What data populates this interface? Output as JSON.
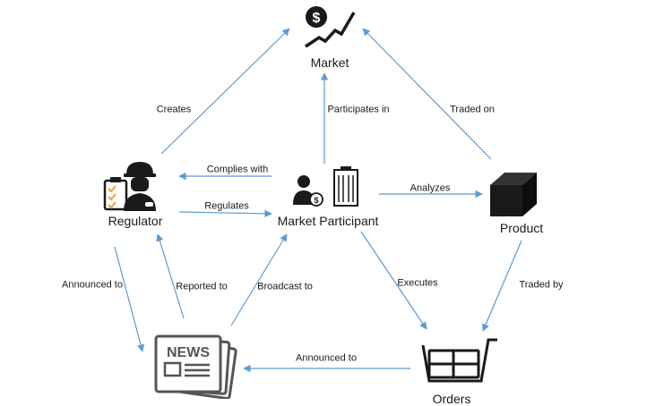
{
  "nodes": {
    "market": {
      "label": "Market",
      "icon": "dollar-chart-icon"
    },
    "regulator": {
      "label": "Regulator",
      "icon": "regulator-worker-icon"
    },
    "participant": {
      "label": "Market Participant",
      "icon": "participant-building-icon"
    },
    "product": {
      "label": "Product",
      "icon": "box-icon"
    },
    "news": {
      "label": "NEWS",
      "icon": "newspaper-icon"
    },
    "orders": {
      "label": "Orders",
      "icon": "shopping-cart-icon"
    }
  },
  "edges": {
    "creates": "Creates",
    "participates_in": "Participates in",
    "traded_on": "Traded on",
    "complies_with": "Complies with",
    "regulates": "Regulates",
    "analyzes": "Analyzes",
    "announced_to_left": "Announced to",
    "reported_to": "Reported to",
    "broadcast_to": "Broadcast to",
    "executes": "Executes",
    "traded_by": "Traded by",
    "announced_to_bottom": "Announced to"
  },
  "colors": {
    "arrow": "#5b9bd5",
    "icon": "#1a1a1a",
    "news_icon": "#555555"
  }
}
